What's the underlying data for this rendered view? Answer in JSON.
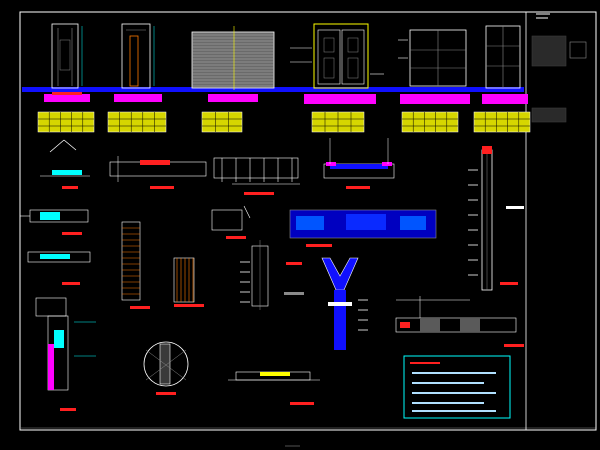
{
  "app": {
    "title": ""
  },
  "drawing": {
    "background": "#000000",
    "colors": {
      "frame": "#ffffff",
      "line": "#ffffff",
      "red": "#ff2020",
      "magenta": "#ff00ff",
      "blue": "#1010ff",
      "cyan": "#00ffff",
      "yellow": "#ffff00",
      "green": "#00ff66",
      "orange": "#ff7a00",
      "gray": "#8a8a8a",
      "darkgray": "#3c3c3c"
    },
    "views": [
      "elevation-door-1",
      "elevation-door-2",
      "elevation-rolling-shutter",
      "elevation-double-door",
      "elevation-window-1",
      "elevation-window-2",
      "schedule-tables",
      "detail-sections",
      "notes-box"
    ]
  }
}
